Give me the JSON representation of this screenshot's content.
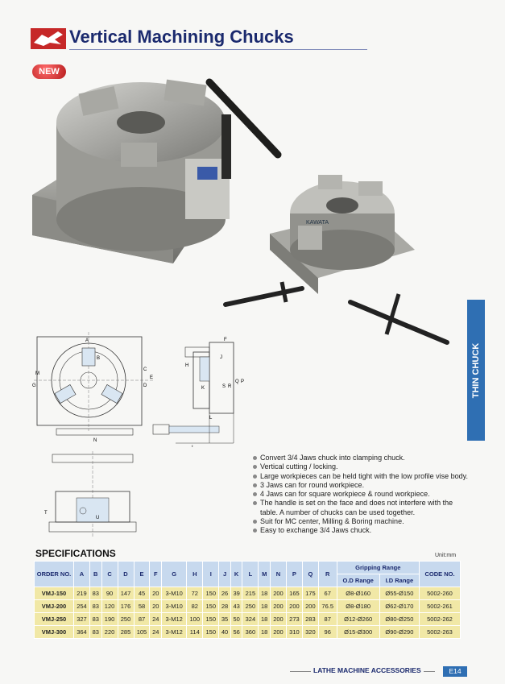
{
  "header": {
    "title": "Vertical Machining Chucks"
  },
  "badge": {
    "label": "NEW"
  },
  "side_tab": {
    "label": "THIN CHUCK"
  },
  "product_mark": "KAWATA",
  "colors": {
    "title_blue": "#1b2a6e",
    "logo_red": "#c62828",
    "tab_blue": "#2f6fb3",
    "header_blue": "#c7d9ee",
    "row_yellow": "#f1e8a6"
  },
  "drawing": {
    "front_labels": [
      "A",
      "B",
      "C",
      "D",
      "E",
      "G",
      "N",
      "M"
    ],
    "side_labels": [
      "F",
      "H",
      "J",
      "K",
      "I",
      "L",
      "S",
      "R",
      "Q",
      "P"
    ],
    "bottom_labels": [
      "T",
      "U"
    ]
  },
  "features": [
    "Convert 3/4 Jaws chuck into clamping chuck.",
    "Vertical cutting / locking.",
    "Large workpieces can be held tight with the low profile vise body.",
    "3 Jaws can for round workpiece.",
    "4 Jaws can for square workpiece & round workpiece.",
    "The handle is set on the face and does not interfere with the table. A number of chucks can be used together.",
    "Suit for MC center, Milling & Boring machine.",
    "Easy to exchange 3/4 Jaws chuck."
  ],
  "specifications": {
    "title": "SPECIFICATIONS",
    "unit": "Unit:mm",
    "headers": {
      "order": "ORDER NO.",
      "letters": [
        "A",
        "B",
        "C",
        "D",
        "E",
        "F",
        "G",
        "H",
        "I",
        "J",
        "K",
        "L",
        "M",
        "N",
        "P",
        "Q",
        "R"
      ],
      "gripping": "Gripping Range",
      "od": "O.D Range",
      "id": "I.D Range",
      "code": "CODE NO."
    },
    "rows": [
      {
        "order": "VMJ-150",
        "values": [
          "219",
          "83",
          "90",
          "147",
          "45",
          "20",
          "3-M10",
          "72",
          "150",
          "26",
          "39",
          "215",
          "18",
          "200",
          "165",
          "175",
          "67"
        ],
        "od": "Ø8-Ø160",
        "id": "Ø55-Ø150",
        "code": "5002-260"
      },
      {
        "order": "VMJ-200",
        "values": [
          "254",
          "83",
          "120",
          "176",
          "58",
          "20",
          "3-M10",
          "82",
          "150",
          "28",
          "43",
          "250",
          "18",
          "200",
          "200",
          "200",
          "76.5"
        ],
        "od": "Ø8-Ø180",
        "id": "Ø62-Ø170",
        "code": "5002-261"
      },
      {
        "order": "VMJ-250",
        "values": [
          "327",
          "83",
          "190",
          "250",
          "87",
          "24",
          "3-M12",
          "100",
          "150",
          "35",
          "50",
          "324",
          "18",
          "200",
          "273",
          "283",
          "87"
        ],
        "od": "Ø12-Ø260",
        "id": "Ø80-Ø250",
        "code": "5002-262"
      },
      {
        "order": "VMJ-300",
        "values": [
          "364",
          "83",
          "220",
          "285",
          "105",
          "24",
          "3-M12",
          "114",
          "150",
          "40",
          "56",
          "360",
          "18",
          "200",
          "310",
          "320",
          "96"
        ],
        "od": "Ø15-Ø300",
        "id": "Ø90-Ø290",
        "code": "5002-263"
      }
    ]
  },
  "footer": {
    "section": "LATHE MACHINE ACCESSORIES",
    "page": "E14"
  }
}
